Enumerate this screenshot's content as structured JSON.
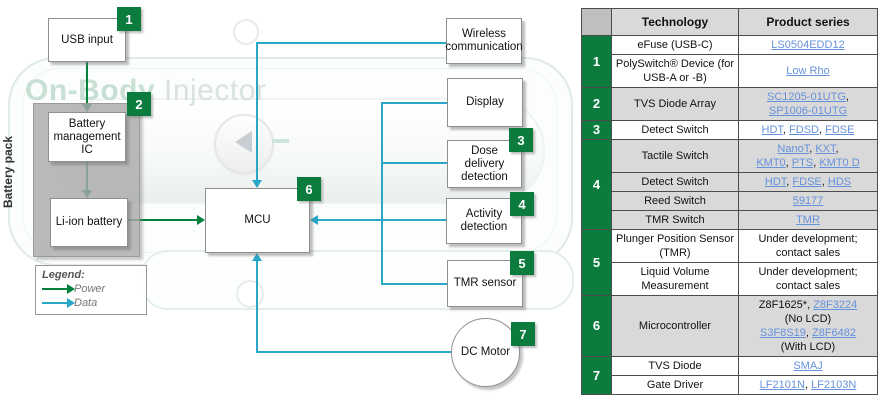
{
  "colors": {
    "brand_green": "#0b7c3e",
    "power_arrow_green": "#00823d",
    "data_line_blue": "#29a7c9",
    "link_blue": "#6691db",
    "row_gray": "#d9d9d9"
  },
  "diagram": {
    "watermark": {
      "title_bold": "On-Body",
      "title_light": " Injector"
    },
    "battery_pack_label": "Battery pack",
    "boxes": {
      "usb_input": "USB input",
      "battery_management": "Battery management IC",
      "li_ion": "Li-ion battery",
      "mcu": "MCU",
      "wireless": "Wireless communication",
      "display": "Display",
      "dose": "Dose delivery detection",
      "activity": "Activity detection",
      "tmr": "TMR sensor",
      "dc_motor": "DC Motor"
    },
    "badges": {
      "usb": "1",
      "bmi": "2",
      "dose": "3",
      "activity": "4",
      "tmr": "5",
      "mcu": "6",
      "motor": "7"
    },
    "legend": {
      "title": "Legend:",
      "power": "Power",
      "data": "Data"
    }
  },
  "table": {
    "headers": {
      "technology": "Technology",
      "product_series": "Product series"
    },
    "groups": [
      {
        "num": "1",
        "shade": "white",
        "rows": [
          {
            "tech": "eFuse (USB-C)",
            "products": [
              {
                "t": "LS0504EDD12",
                "link": true
              }
            ]
          },
          {
            "tech": "PolySwitch® Device (for USB-A or -B)",
            "products": [
              {
                "t": "Low Rho",
                "link": true
              }
            ]
          }
        ]
      },
      {
        "num": "2",
        "shade": "gray",
        "rows": [
          {
            "tech": "TVS Diode Array",
            "products": [
              {
                "t": "SC1205-01UTG",
                "link": true
              },
              {
                "t": ","
              },
              {
                "br": true
              },
              {
                "t": "SP1006-01UTG",
                "link": true
              }
            ]
          }
        ]
      },
      {
        "num": "3",
        "shade": "white",
        "rows": [
          {
            "tech": "Detect Switch",
            "products": [
              {
                "t": "HDT",
                "link": true
              },
              {
                "t": ", "
              },
              {
                "t": "FDSD",
                "link": true
              },
              {
                "t": ", "
              },
              {
                "t": "FDSE",
                "link": true
              }
            ]
          }
        ]
      },
      {
        "num": "4",
        "shade": "gray",
        "rows": [
          {
            "tech": "Tactile Switch",
            "products": [
              {
                "t": "NanoT",
                "link": true
              },
              {
                "t": ", "
              },
              {
                "t": "KXT",
                "link": true
              },
              {
                "t": ","
              },
              {
                "br": true
              },
              {
                "t": "KMT0",
                "link": true
              },
              {
                "t": ", "
              },
              {
                "t": "PTS",
                "link": true
              },
              {
                "t": ", "
              },
              {
                "t": "KMT0 D",
                "link": true
              }
            ]
          },
          {
            "tech": "Detect Switch",
            "products": [
              {
                "t": "HDT",
                "link": true
              },
              {
                "t": ", "
              },
              {
                "t": "FDSE",
                "link": true
              },
              {
                "t": ", "
              },
              {
                "t": "HDS",
                "link": true
              }
            ]
          },
          {
            "tech": "Reed Switch",
            "products": [
              {
                "t": "59177",
                "link": true
              }
            ]
          },
          {
            "tech": "TMR Switch",
            "products": [
              {
                "t": "TMR",
                "link": true
              }
            ]
          }
        ]
      },
      {
        "num": "5",
        "shade": "white",
        "rows": [
          {
            "tech": "Plunger Position Sensor (TMR)",
            "products": [
              {
                "t": "Under development;"
              },
              {
                "br": true
              },
              {
                "t": "contact sales"
              }
            ]
          },
          {
            "tech": "Liquid Volume Measurement",
            "products": [
              {
                "t": "Under development;"
              },
              {
                "br": true
              },
              {
                "t": "contact sales"
              }
            ]
          }
        ]
      },
      {
        "num": "6",
        "shade": "gray",
        "rows": [
          {
            "tech": "Microcontroller",
            "products": [
              {
                "t": "Z8F1625*, "
              },
              {
                "t": "Z8F3224",
                "link": true
              },
              {
                "br": true
              },
              {
                "t": "(No LCD)"
              },
              {
                "br": true
              },
              {
                "t": "S3F8S19",
                "link": true
              },
              {
                "t": ", "
              },
              {
                "t": "Z8F6482",
                "link": true
              },
              {
                "br": true
              },
              {
                "t": "(With LCD)"
              }
            ]
          }
        ]
      },
      {
        "num": "7",
        "shade": "white",
        "rows": [
          {
            "tech": "TVS Diode",
            "products": [
              {
                "t": "SMAJ",
                "link": true
              }
            ]
          },
          {
            "tech": "Gate Driver",
            "products": [
              {
                "t": "LF2101N",
                "link": true
              },
              {
                "t": ", "
              },
              {
                "t": "LF2103N",
                "link": true
              }
            ]
          }
        ]
      }
    ]
  }
}
